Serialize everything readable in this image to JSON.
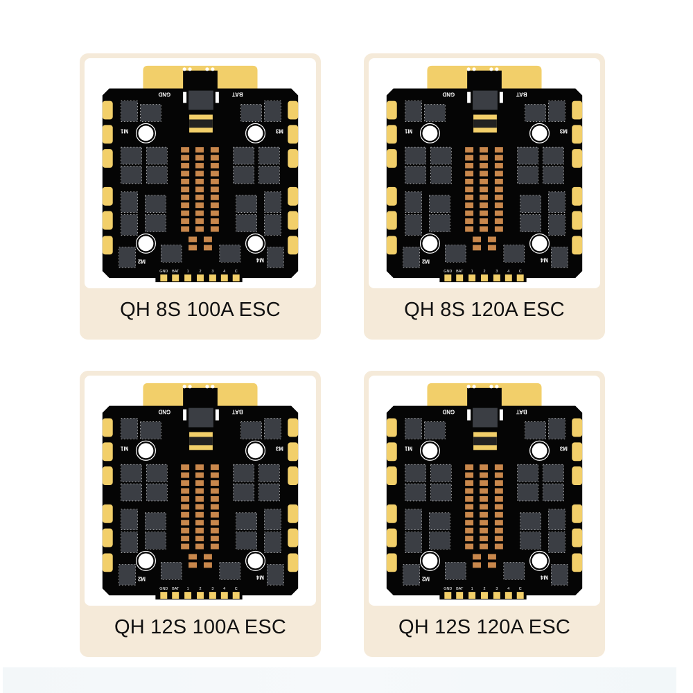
{
  "products": [
    {
      "title": "QH 8S 100A ESC"
    },
    {
      "title": "QH 8S 120A ESC"
    },
    {
      "title": "QH 12S 100A ESC"
    },
    {
      "title": "QH 12S 120A ESC"
    }
  ],
  "board_labels": {
    "gnd": "GND",
    "bat": "BAT",
    "motors": [
      "M1",
      "M2",
      "M3",
      "M4"
    ],
    "signal_pads": [
      "GND",
      "BAT",
      "1",
      "2",
      "3",
      "4",
      "C"
    ]
  },
  "colors": {
    "card": "#f5ead9",
    "pcb": "#050505",
    "gold": "#f2cf6a",
    "mosfet": "#3b3e44",
    "capacitor": "#c8874c"
  }
}
